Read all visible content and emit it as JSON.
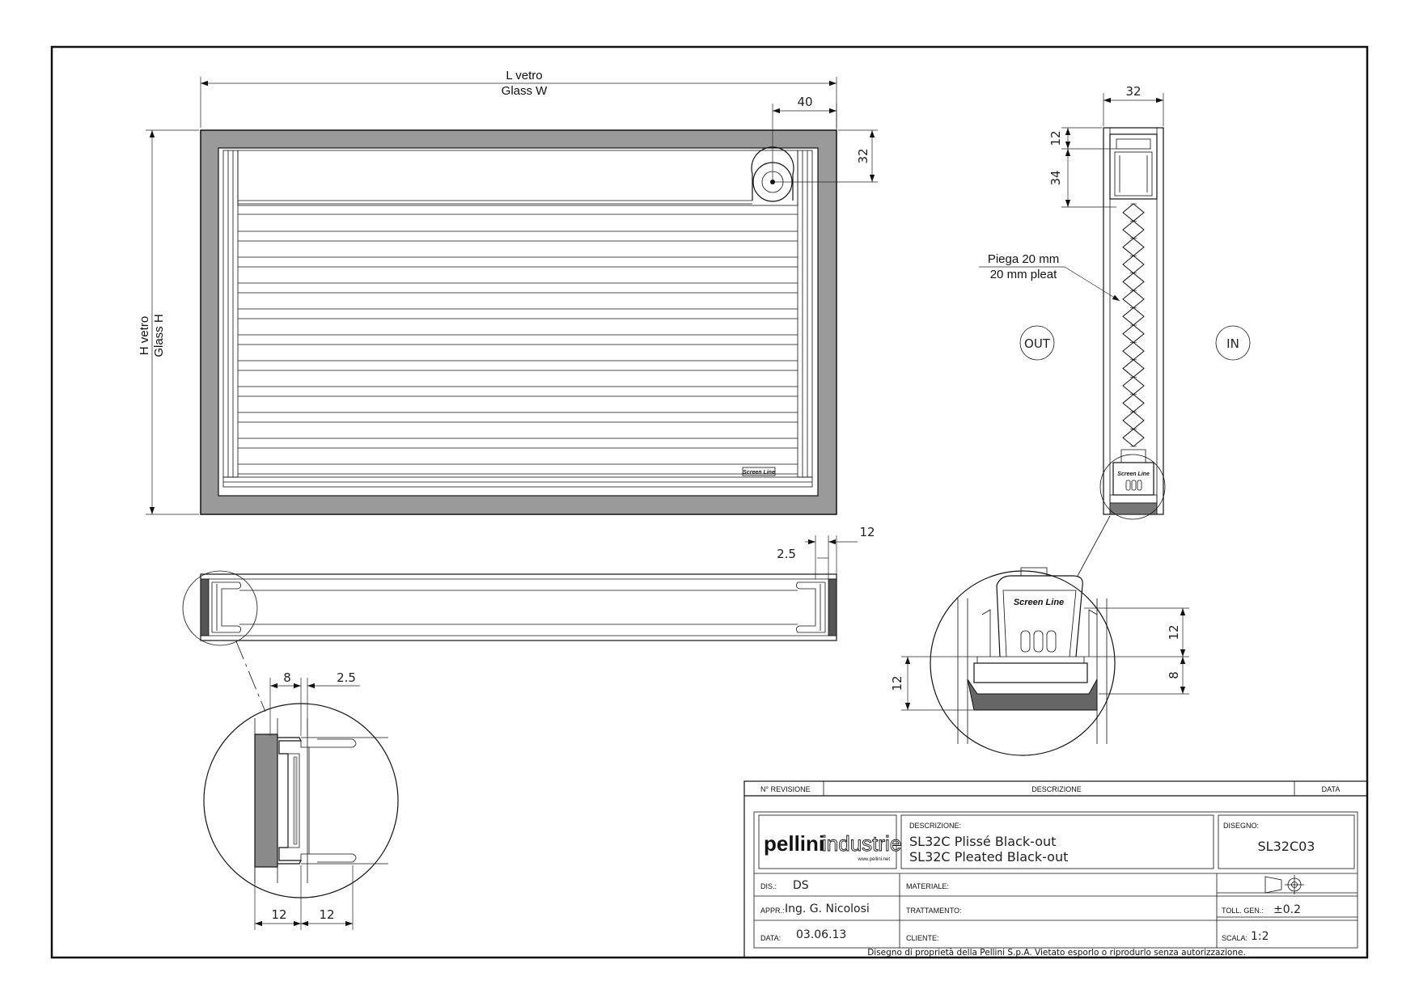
{
  "front_view": {
    "width_label_it": "L vetro",
    "width_label_en": "Glass W",
    "height_label_it": "H vetro",
    "height_label_en": "Glass H",
    "dim_offset_x": "40",
    "dim_offset_y": "32",
    "brand_tag": "Screen Line"
  },
  "section_view": {
    "dim_12": "12",
    "dim_2_5": "2.5"
  },
  "detail_left": {
    "dim_8": "8",
    "dim_2_5": "2.5",
    "dim_12_a": "12",
    "dim_12_b": "12"
  },
  "side_view": {
    "dim_32": "32",
    "dim_12": "12",
    "dim_34": "34",
    "pleat_it": "Piega 20 mm",
    "pleat_en": "20 mm pleat",
    "out_label": "OUT",
    "in_label": "IN",
    "brand_tag": "Screen Line"
  },
  "detail_right": {
    "brand_tag": "Screen Line",
    "dim_12_top": "12",
    "dim_8": "8",
    "dim_12_left": "12"
  },
  "title_block": {
    "rev_header": "N° REVISIONE",
    "desc_header": "DESCRIZIONE",
    "date_header": "DATA",
    "logo_bold": "pellini",
    "logo_light": "industrie",
    "logo_url": "www.pellini.net",
    "descrizione_label": "DESCRIZIONE:",
    "desc_line1": "SL32C Plissé Black-out",
    "desc_line2": "SL32C Pleated Black-out",
    "disegno_label": "DISEGNO:",
    "disegno_value": "SL32C03",
    "dis_label": "DIS.:",
    "dis_value": "DS",
    "materiale_label": "MATERIALE:",
    "appr_label": "APPR.:",
    "appr_value": "Ing. G. Nicolosi",
    "trattamento_label": "TRATTAMENTO:",
    "toll_label": "TOLL. GEN.:",
    "toll_value": "±0.2",
    "data_label": "DATA:",
    "data_value": "03.06.13",
    "cliente_label": "CLIENTE:",
    "scala_label": "SCALA:",
    "scala_value": "1:2",
    "footer": "Disegno di proprietà della Pellini S.p.A. Vietato esporlo o riprodurlo senza autorizzazione."
  },
  "colors": {
    "frame_fill": "#9a9a9a",
    "dark_fill": "#555555",
    "line": "#111111"
  }
}
